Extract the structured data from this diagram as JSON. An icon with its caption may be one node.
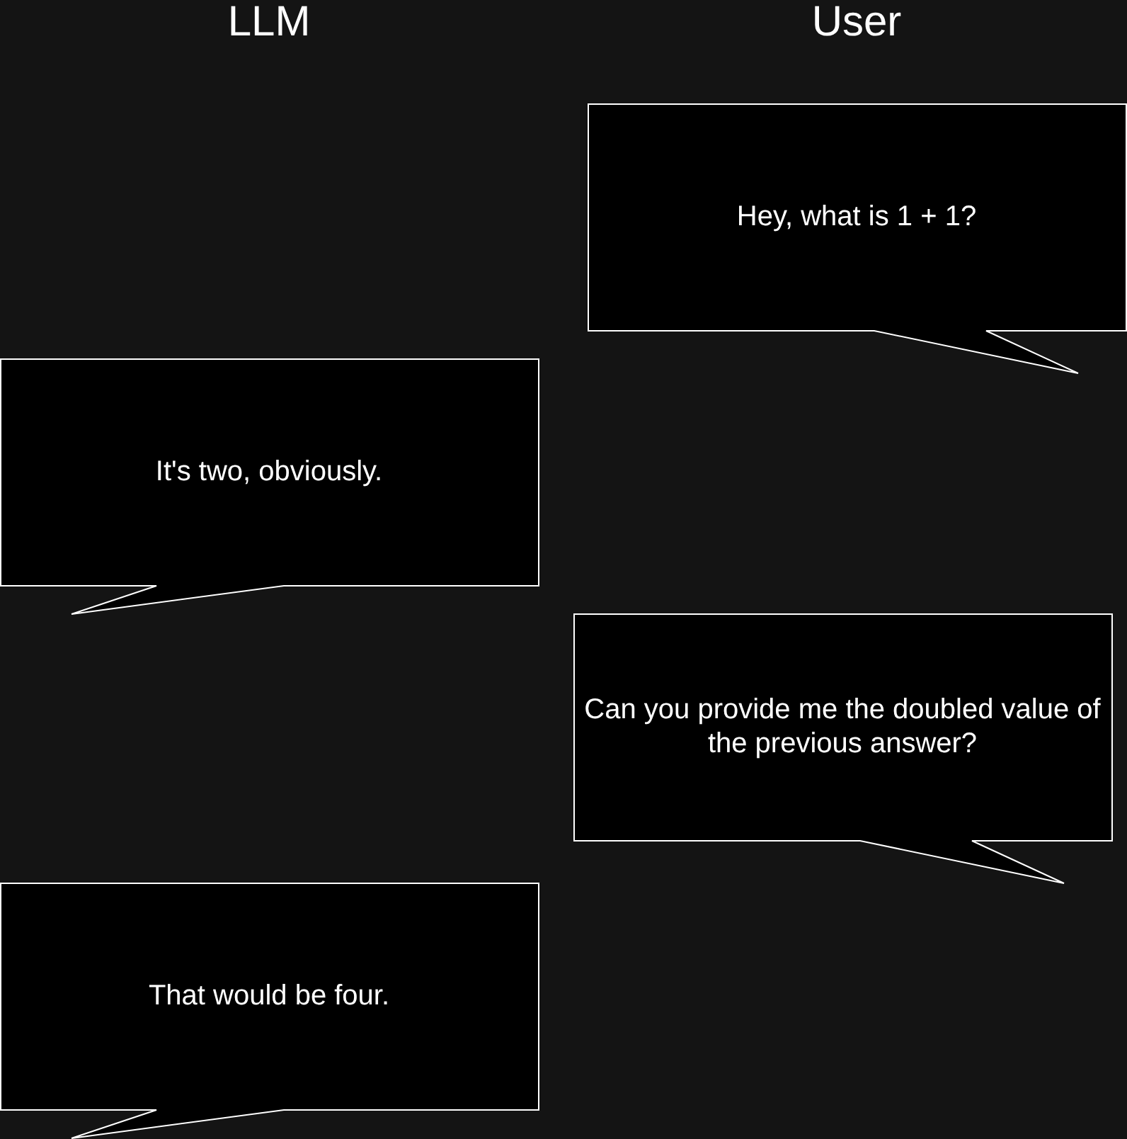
{
  "diagram": {
    "nodes": [
      {
        "text": [
          "Hey, what is 1 + 1?"
        ]
      },
      {
        "text": [
          "It's two, obviously."
        ]
      },
      {
        "text": [
          "Can you provide me the doubled value of the previous answer?"
        ]
      },
      {
        "text": [
          "That would be four."
        ]
      }
    ],
    "labels": [
      "LLM",
      "User"
    ]
  }
}
